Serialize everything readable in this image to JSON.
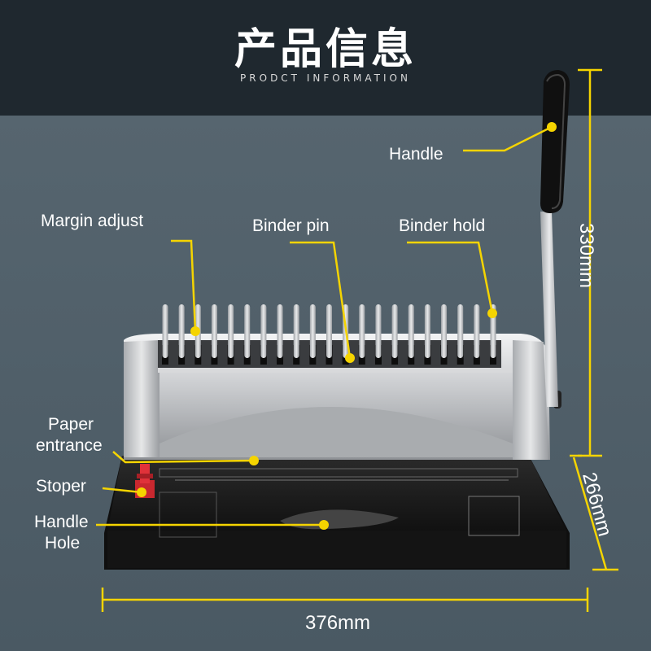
{
  "header": {
    "title": "产品信息",
    "subtitle": "PRODCT INFORMATION"
  },
  "labels": {
    "handle": "Handle",
    "margin_adjust": "Margin adjust",
    "binder_pin": "Binder pin",
    "binder_hold": "Binder hold",
    "paper_entrance_line1": "Paper",
    "paper_entrance_line2": "entrance",
    "stoper": "Stoper",
    "handle_hole_line1": "Handle",
    "handle_hole_line2": "Hole"
  },
  "dimensions": {
    "height": "330mm",
    "depth": "266mm",
    "width": "376mm"
  },
  "colors": {
    "header_bg": "#1f282f",
    "main_bg": "#4a5963",
    "accent": "#f5d400",
    "machine_silver": "#c9cbce",
    "machine_base": "#1c1c1c"
  }
}
